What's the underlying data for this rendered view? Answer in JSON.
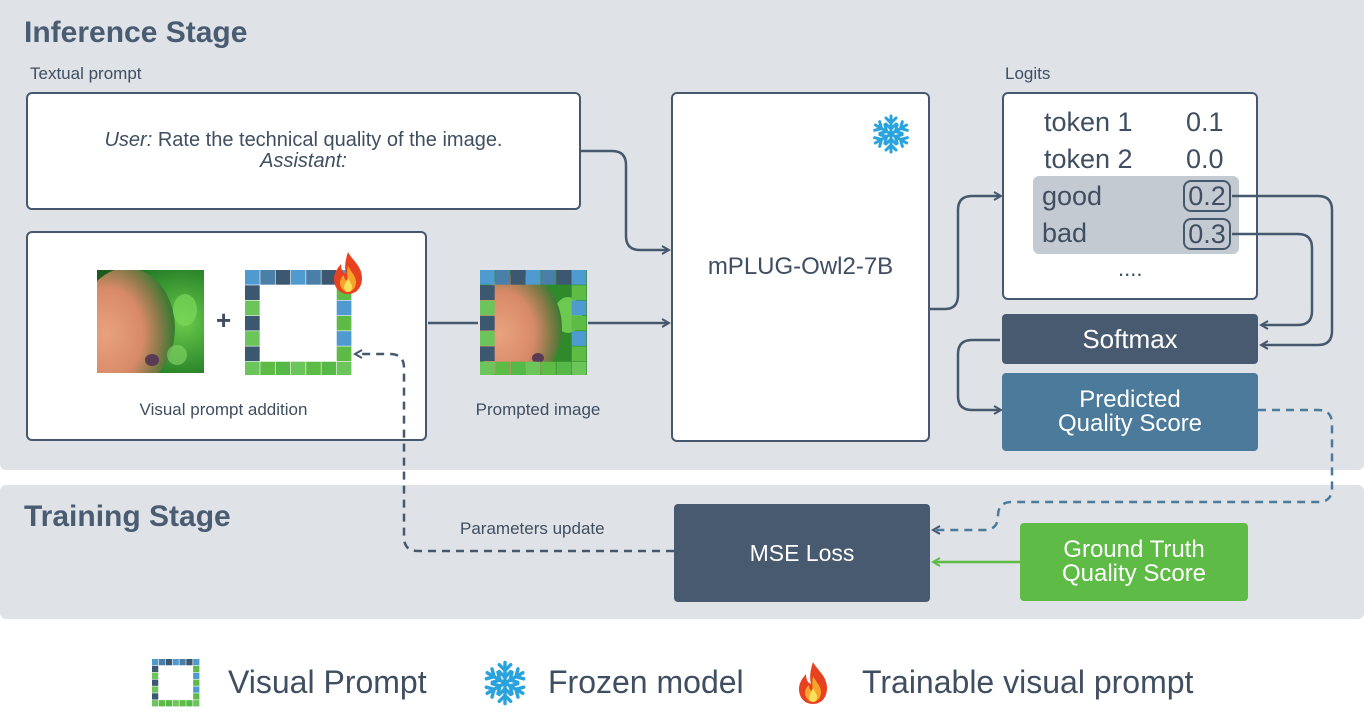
{
  "inference_stage": {
    "title": "Inference Stage",
    "textual_prompt_label": "Textual prompt",
    "prompt": {
      "user_tag": "User:",
      "user_text": "Rate the technical quality of the image.",
      "assistant_tag": "Assistant:"
    },
    "visual_prompt_addition_label": "Visual prompt addition",
    "plus_sign": "+",
    "prompted_image_label": "Prompted image",
    "model_name": "mPLUG-Owl2-7B",
    "logits_label": "Logits",
    "logits": [
      {
        "token": "token 1",
        "value": "0.1"
      },
      {
        "token": "token 2",
        "value": "0.0"
      },
      {
        "token": "good",
        "value": "0.2"
      },
      {
        "token": "bad",
        "value": "0.3"
      }
    ],
    "logits_ellipsis": "....",
    "softmax_label": "Softmax",
    "predicted_score_line1": "Predicted",
    "predicted_score_line2": "Quality Score"
  },
  "training_stage": {
    "title": "Training Stage",
    "parameters_update_label": "Parameters update",
    "mse_loss_label": "MSE Loss",
    "ground_truth_line1": "Ground Truth",
    "ground_truth_line2": "Quality Score"
  },
  "legend": {
    "visual_prompt": "Visual Prompt",
    "frozen_model": "Frozen model",
    "trainable_visual_prompt": "Trainable visual prompt"
  },
  "icons": {
    "frozen": "snowflake-icon",
    "trainable": "fire-icon",
    "visual_prompt": "visual-prompt-frame-icon"
  },
  "colors": {
    "stage_background": "#dfe2e7",
    "dark_slate": "#475a70",
    "predicted_blue": "#4b7a9a",
    "ground_truth_green": "#5dbb46",
    "snowflake_blue": "#2aa3dd"
  }
}
